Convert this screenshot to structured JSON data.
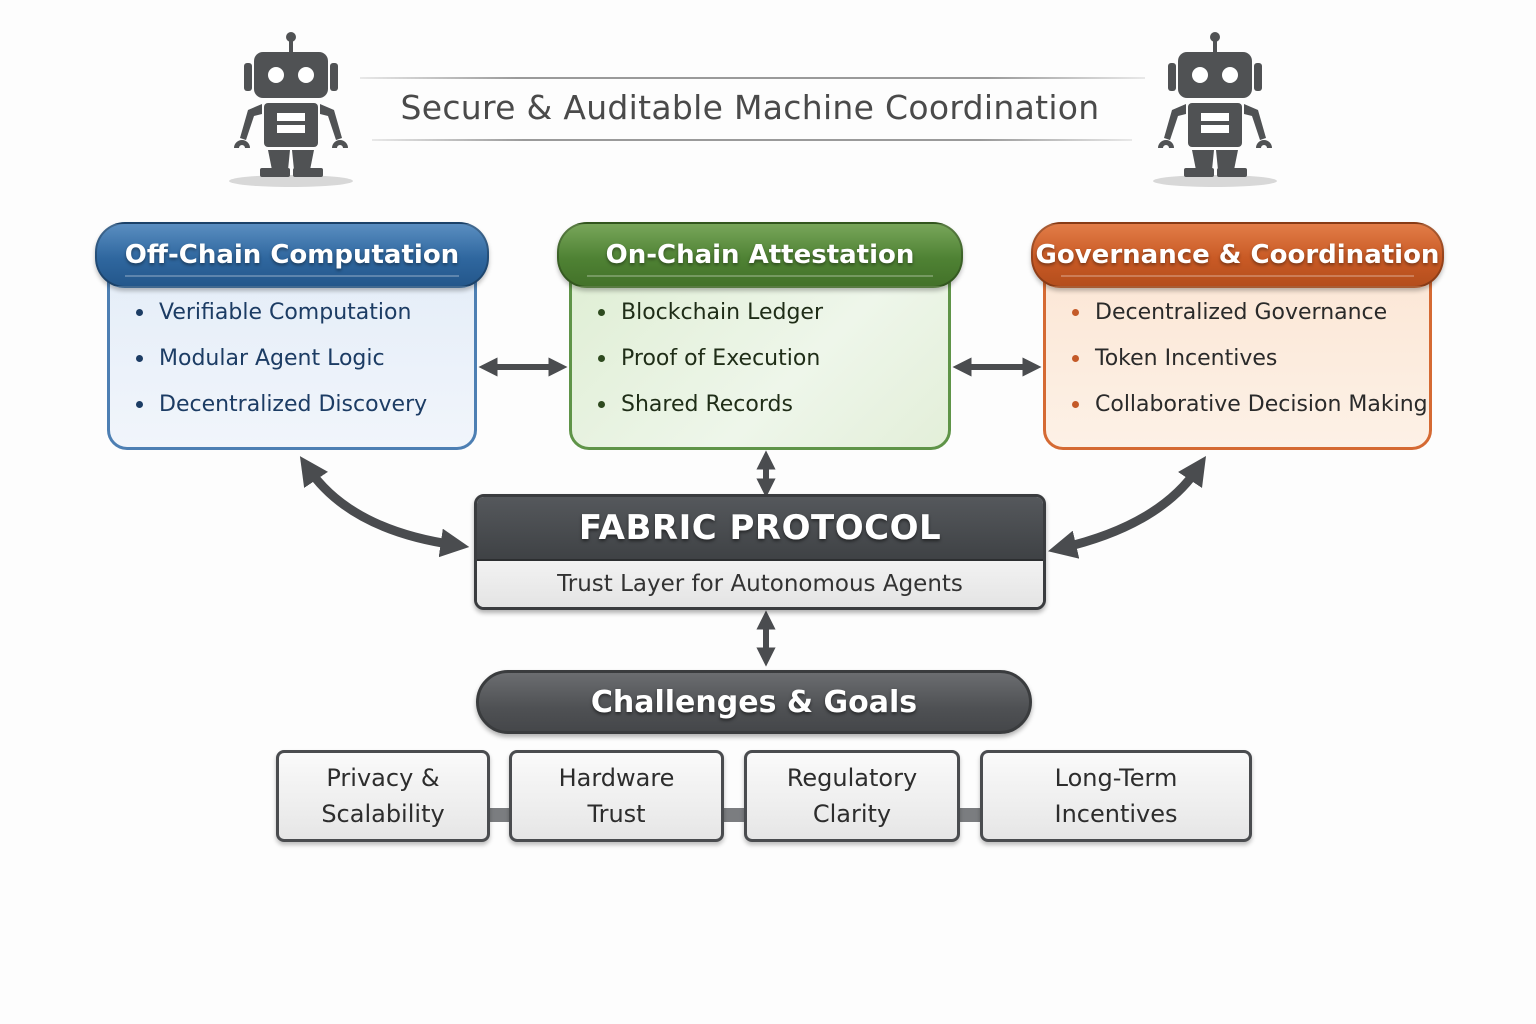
{
  "title": "Secure & Auditable Machine Coordination",
  "icons": {
    "left": "robot-icon",
    "right": "robot-icon"
  },
  "categories": [
    {
      "key": "off-chain",
      "title": "Off-Chain Computation",
      "color": "#2f679f",
      "items": [
        "Verifiable Computation",
        "Modular Agent Logic",
        "Decentralized Discovery"
      ]
    },
    {
      "key": "on-chain",
      "title": "On-Chain Attestation",
      "color": "#4f8234",
      "items": [
        "Blockchain Ledger",
        "Proof of Execution",
        "Shared Records"
      ]
    },
    {
      "key": "governance",
      "title": "Governance & Coordination",
      "color": "#c95a25",
      "items": [
        "Decentralized Governance",
        "Token Incentives",
        "Collaborative Decision Making"
      ]
    }
  ],
  "protocol": {
    "title": "FABRIC PROTOCOL",
    "subtitle": "Trust Layer for Autonomous Agents"
  },
  "challenges": {
    "title": "Challenges & Goals",
    "items": [
      {
        "line1": "Privacy &",
        "line2": "Scalability"
      },
      {
        "line1": "Hardware",
        "line2": "Trust"
      },
      {
        "line1": "Regulatory",
        "line2": "Clarity"
      },
      {
        "line1": "Long-Term",
        "line2": "Incentives"
      }
    ]
  },
  "connections": [
    {
      "from": "Off-Chain Computation",
      "to": "On-Chain Attestation",
      "type": "bidirectional"
    },
    {
      "from": "On-Chain Attestation",
      "to": "Governance & Coordination",
      "type": "bidirectional"
    },
    {
      "from": "On-Chain Attestation",
      "to": "FABRIC PROTOCOL",
      "type": "bidirectional"
    },
    {
      "from": "Off-Chain Computation",
      "to": "FABRIC PROTOCOL",
      "type": "bidirectional"
    },
    {
      "from": "Governance & Coordination",
      "to": "FABRIC PROTOCOL",
      "type": "bidirectional"
    },
    {
      "from": "FABRIC PROTOCOL",
      "to": "Challenges & Goals",
      "type": "bidirectional"
    }
  ]
}
